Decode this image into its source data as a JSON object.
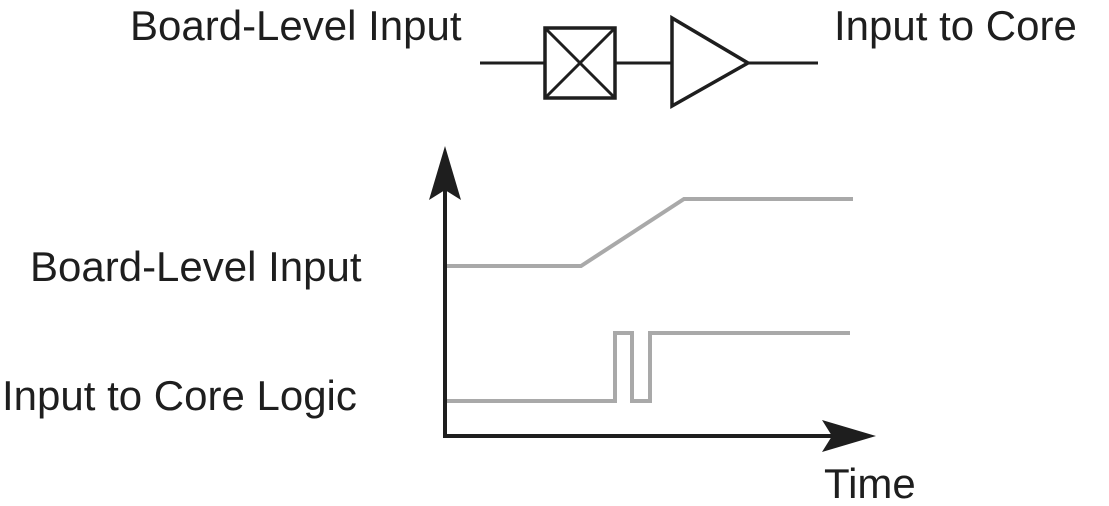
{
  "schematic": {
    "input_label": "Board-Level Input",
    "output_label": "Input to Core",
    "pad_icon": "boxed-x-icon",
    "buffer_icon": "triangle-buffer-icon"
  },
  "timing": {
    "row_label_board": "Board-Level Input",
    "row_label_core": "Input to Core Logic",
    "axis_label": "Time"
  },
  "colors": {
    "ink": "#1e1e1e",
    "trace": "#a9a9a9"
  }
}
